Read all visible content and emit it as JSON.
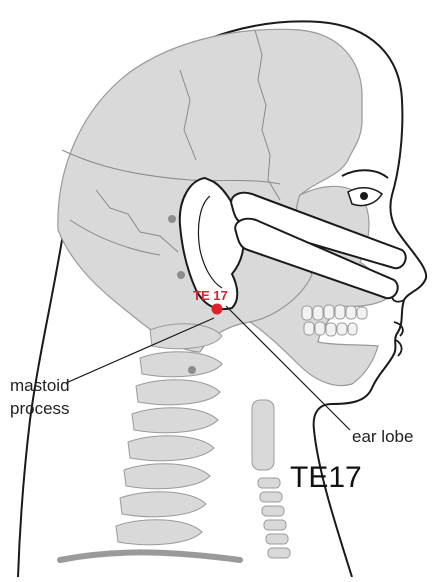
{
  "labels": {
    "point_name": "TE 17",
    "mastoid_line1": "mastoid",
    "mastoid_line2": "process",
    "ear_lobe": "ear lobe",
    "title": "TE17"
  },
  "colors": {
    "acupoint": "#e0202a",
    "skull_fill": "#d9d9d9",
    "outline": "#1a1a1a",
    "suture": "#8a8a8a",
    "dot_gray": "#8c8c8c"
  },
  "icons": {
    "acupoint": "red-dot",
    "reference_points": "gray-dot"
  }
}
